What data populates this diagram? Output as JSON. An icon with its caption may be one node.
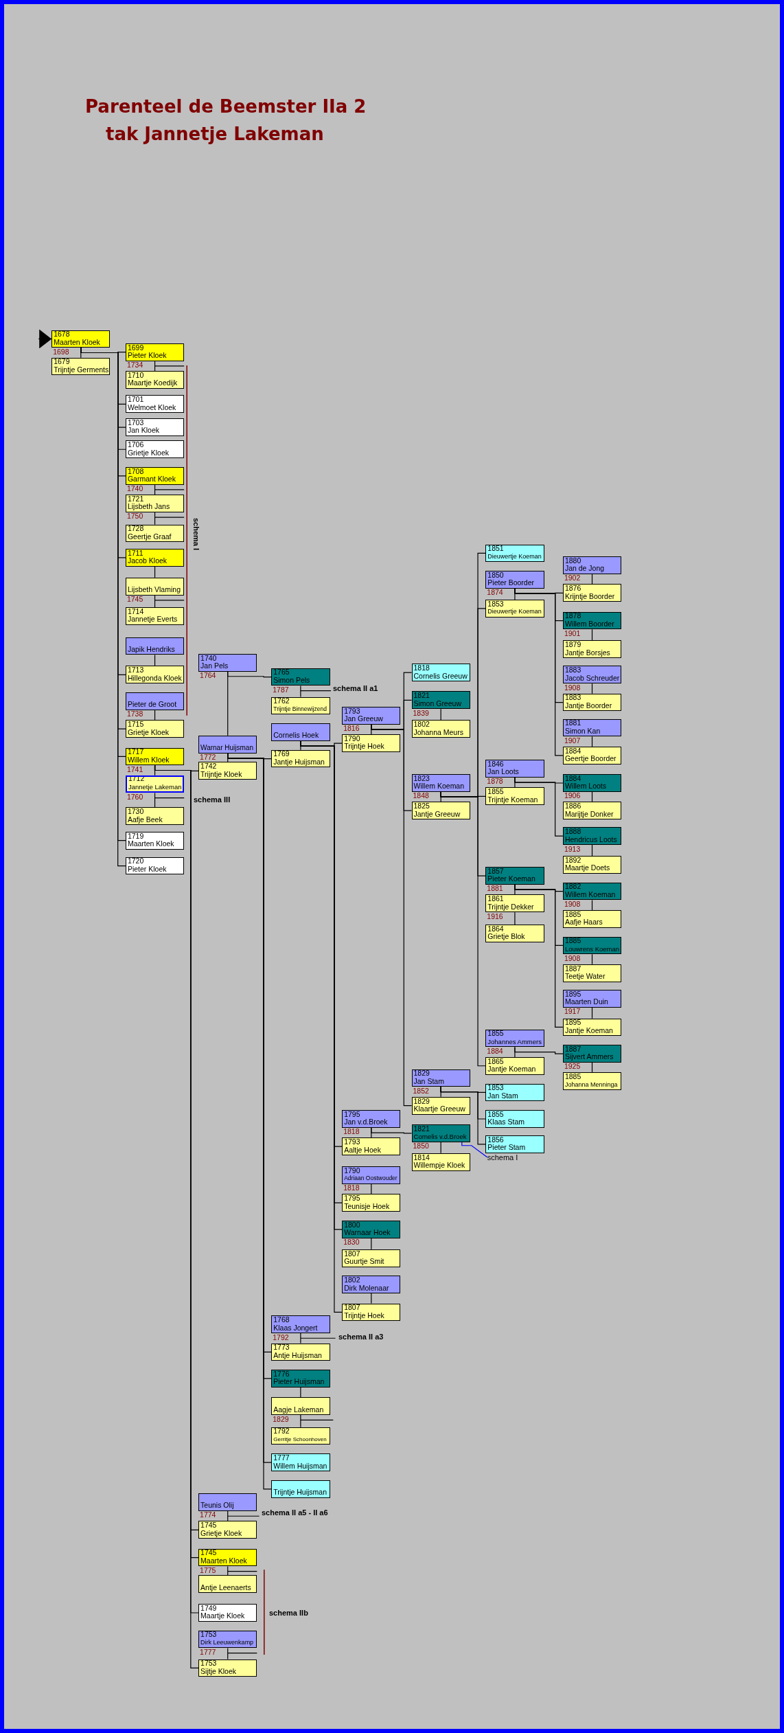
{
  "diagram": {
    "title": "Parenteel de Beemster IIa 2",
    "nodes": [
      {
        "text": [
          "1678",
          "Maarten Kloek"
        ]
      },
      {
        "text": [
          "1679",
          "Trijntje Germents"
        ]
      },
      {
        "text": [
          "1699",
          "Pieter Kloek"
        ]
      },
      {
        "text": [
          "1710",
          "Maartje Koedijk"
        ]
      },
      {
        "text": [
          "1701",
          "Welmoet Kloek"
        ]
      },
      {
        "text": [
          "1703",
          "Jan Kloek"
        ]
      },
      {
        "text": [
          "1706",
          "Grietje Kloek"
        ]
      },
      {
        "text": [
          "1708",
          "Garmant Kloek"
        ]
      },
      {
        "text": [
          "1721",
          "Lijsbeth Jans"
        ]
      },
      {
        "text": [
          "1728",
          "Geertje Graaf"
        ]
      },
      {
        "text": [
          "1711",
          "Jacob Kloek"
        ]
      },
      {
        "text": [
          "Lijsbeth Vlaming"
        ]
      },
      {
        "text": [
          "1714",
          "Jannetje Everts"
        ]
      },
      {
        "text": [
          "Japik Hendriks"
        ]
      },
      {
        "text": [
          "1713",
          "Hillegonda Kloek"
        ]
      },
      {
        "text": [
          "Pieter de Groot"
        ]
      },
      {
        "text": [
          "1715",
          "Grietje Kloek"
        ]
      },
      {
        "text": [
          "1717",
          "Willem Kloek"
        ]
      },
      {
        "text": [
          "1712",
          "Jannetje Lakeman"
        ]
      },
      {
        "text": [
          "1730",
          "Aafje Beek"
        ]
      },
      {
        "text": [
          "1719",
          "Maarten Kloek"
        ]
      },
      {
        "text": [
          "1720",
          "Pieter Kloek"
        ]
      },
      {
        "text": [
          "1740",
          "Jan Pels"
        ]
      },
      {
        "text": [
          "Warnar Huijsman"
        ]
      },
      {
        "text": [
          "1742",
          "Trijntje Kloek"
        ]
      },
      {
        "text": [
          "1765",
          "Simon Pels"
        ]
      },
      {
        "text": [
          "1762",
          "Trijntje Binnewijzend"
        ]
      },
      {
        "text": [
          "Cornelis Hoek"
        ]
      },
      {
        "text": [
          "1769",
          "Jantje Huijsman"
        ]
      },
      {
        "text": [
          "1793",
          "Jan Greeuw"
        ]
      },
      {
        "text": [
          "1790",
          "Trijntje Hoek"
        ]
      },
      {
        "text": [
          "1818",
          "Cornelis Greeuw"
        ]
      },
      {
        "text": [
          "1821",
          "Simon Greeuw"
        ]
      },
      {
        "text": [
          "1802",
          "Johanna Meurs"
        ]
      },
      {
        "text": [
          "1823",
          "Willem Koeman"
        ]
      },
      {
        "text": [
          "1825",
          "Jantje Greeuw"
        ]
      },
      {
        "text": [
          "1851",
          "Dieuwertje Koeman"
        ]
      },
      {
        "text": [
          "1850",
          "Pieter Boorder"
        ]
      },
      {
        "text": [
          "1853",
          "Dieuwertje Koeman"
        ]
      },
      {
        "text": [
          "1880",
          "Jan de Jong"
        ]
      },
      {
        "text": [
          "1876",
          "Krijntje Boorder"
        ]
      },
      {
        "text": [
          "1878",
          "Willem Boorder"
        ]
      },
      {
        "text": [
          "1879",
          "Jantje Borsjes"
        ]
      },
      {
        "text": [
          "1883",
          "Jacob Schreuder"
        ]
      },
      {
        "text": [
          "1883",
          "Jantje Boorder"
        ]
      },
      {
        "text": [
          "1881",
          "Simon Kan"
        ]
      },
      {
        "text": [
          "1884",
          "Geertje Boorder"
        ]
      },
      {
        "text": [
          "1846",
          "Jan Loots"
        ]
      },
      {
        "text": [
          "1855",
          "Trijntje Koeman"
        ]
      },
      {
        "text": [
          "1884",
          "Willem Loots"
        ]
      },
      {
        "text": [
          "1886",
          "Marijtje Donker"
        ]
      },
      {
        "text": [
          "1888",
          "Hendricus Loots"
        ]
      },
      {
        "text": [
          "1892",
          "Maartje Doets"
        ]
      },
      {
        "text": [
          "1857",
          "Pieter Koeman"
        ]
      },
      {
        "text": [
          "1861",
          "Trijntje Dekker"
        ]
      },
      {
        "text": [
          "1864",
          "Grietje Blok"
        ]
      },
      {
        "text": [
          "1882",
          "Willem Koeman"
        ]
      },
      {
        "text": [
          "1885",
          "Aafje Haars"
        ]
      },
      {
        "text": [
          "1885",
          "Louwrens Koeman"
        ]
      },
      {
        "text": [
          "1887",
          "Teetje Water"
        ]
      },
      {
        "text": [
          "1895",
          "Maarten Duin"
        ]
      },
      {
        "text": [
          "1895",
          "Jantje Koeman"
        ]
      },
      {
        "text": [
          "1855",
          "Johannes Ammers"
        ]
      },
      {
        "text": [
          "1865",
          "Jantje Koeman"
        ]
      },
      {
        "text": [
          "1887",
          "Sijvert Ammers"
        ]
      },
      {
        "text": [
          "1885",
          "Johanna Menninga"
        ]
      },
      {
        "text": [
          "1829",
          "Jan Stam"
        ]
      },
      {
        "text": [
          "1829",
          "Klaartje Greeuw"
        ]
      },
      {
        "text": [
          "1853",
          "Jan Stam"
        ]
      },
      {
        "text": [
          "1855",
          "Klaas Stam"
        ]
      },
      {
        "text": [
          "1856",
          "Pieter Stam"
        ]
      },
      {
        "text": [
          "1795",
          "Jan v.d.Broek"
        ]
      },
      {
        "text": [
          "1793",
          "Aaltje Hoek"
        ]
      },
      {
        "text": [
          "1821",
          "Cornelis v.d.Broek"
        ]
      },
      {
        "text": [
          "1814",
          "Willempje Kloek"
        ]
      },
      {
        "text": [
          "1790",
          "Adriaan Oostwouder"
        ]
      },
      {
        "text": [
          "1795",
          "Teunisje Hoek"
        ]
      },
      {
        "text": [
          "1800",
          "Warnaar Hoek"
        ]
      },
      {
        "text": [
          "1807",
          "Guurtje Smit"
        ]
      },
      {
        "text": [
          "1802",
          "Dirk Molenaar"
        ]
      },
      {
        "text": [
          "1807",
          "Trijntje Hoek"
        ]
      },
      {
        "text": [
          "1768",
          "Klaas Jongert"
        ]
      },
      {
        "text": [
          "1773",
          "Antje Huijsman"
        ]
      },
      {
        "text": [
          "1776",
          "Pieter Huijsman"
        ]
      },
      {
        "text": [
          "Aagje Lakeman"
        ]
      },
      {
        "text": [
          "1792",
          "Gerritje Schoonhoven"
        ]
      },
      {
        "text": [
          "1777",
          "Willem Huijsman"
        ]
      },
      {
        "text": [
          "Trijntje Huijsman"
        ]
      },
      {
        "text": [
          "Teunis Olij"
        ]
      },
      {
        "text": [
          "1745",
          "Grietje Kloek"
        ]
      },
      {
        "text": [
          "1745",
          "Maarten Kloek"
        ]
      },
      {
        "text": [
          "Antje Leenaerts"
        ]
      },
      {
        "text": [
          "1749",
          "Maartje Kloek"
        ]
      },
      {
        "text": [
          "1753",
          "Dirk Leeuwenkamp"
        ]
      },
      {
        "text": [
          "1753",
          "Sijtje Kloek"
        ]
      },
      {
        "text": [
          "schema I"
        ]
      }
    ],
    "edges": [
      {
        "from": 0,
        "to": 1,
        "arrow": "none",
        "label": "1698"
      },
      {
        "from": 2,
        "to": 3,
        "arrow": "none",
        "label": "1734"
      },
      {
        "from": 7,
        "to": 8,
        "arrow": "none",
        "label": "1740"
      },
      {
        "from": 8,
        "to": 9,
        "arrow": "none",
        "label": "1750"
      },
      {
        "from": 10,
        "to": 11,
        "arrow": "none"
      },
      {
        "from": 11,
        "to": 12,
        "arrow": "none",
        "label": "1745"
      },
      {
        "from": 13,
        "to": 14,
        "arrow": "none"
      },
      {
        "from": 15,
        "to": 16,
        "arrow": "none",
        "label": "1738"
      },
      {
        "from": 17,
        "to": 18,
        "arrow": "none",
        "label": "1741"
      },
      {
        "from": 18,
        "to": 19,
        "arrow": "none",
        "label": "1760"
      },
      {
        "from": 22,
        "to": 23,
        "arrow": "none",
        "label": "1764"
      },
      {
        "from": 23,
        "to": 24,
        "arrow": "none",
        "label": "1772"
      },
      {
        "from": 25,
        "to": 26,
        "arrow": "none",
        "label": "1787"
      },
      {
        "from": 27,
        "to": 28,
        "arrow": "none"
      },
      {
        "from": 29,
        "to": 30,
        "arrow": "none",
        "label": "1816"
      },
      {
        "from": 32,
        "to": 33,
        "arrow": "none",
        "label": "1839"
      },
      {
        "from": 34,
        "to": 35,
        "arrow": "none",
        "label": "1848"
      },
      {
        "from": 37,
        "to": 38,
        "arrow": "none",
        "label": "1874"
      },
      {
        "from": 39,
        "to": 40,
        "arrow": "none",
        "label": "1902"
      },
      {
        "from": 41,
        "to": 42,
        "arrow": "none",
        "label": "1901"
      },
      {
        "from": 43,
        "to": 44,
        "arrow": "none",
        "label": "1908"
      },
      {
        "from": 45,
        "to": 46,
        "arrow": "none",
        "label": "1907"
      },
      {
        "from": 47,
        "to": 48,
        "arrow": "none",
        "label": "1878"
      },
      {
        "from": 49,
        "to": 50,
        "arrow": "none",
        "label": "1906"
      },
      {
        "from": 51,
        "to": 52,
        "arrow": "none",
        "label": "1913"
      },
      {
        "from": 53,
        "to": 54,
        "arrow": "none",
        "label": "1881"
      },
      {
        "from": 54,
        "to": 55,
        "arrow": "none",
        "label": "1916"
      },
      {
        "from": 56,
        "to": 57,
        "arrow": "none",
        "label": "1908"
      },
      {
        "from": 58,
        "to": 59,
        "arrow": "none",
        "label": "1908"
      },
      {
        "from": 60,
        "to": 61,
        "arrow": "none",
        "label": "1917"
      },
      {
        "from": 62,
        "to": 63,
        "arrow": "none",
        "label": "1884"
      },
      {
        "from": 64,
        "to": 65,
        "arrow": "none",
        "label": "1925"
      },
      {
        "from": 66,
        "to": 67,
        "arrow": "none",
        "label": "1852"
      },
      {
        "from": 71,
        "to": 72,
        "arrow": "none",
        "label": "1818"
      },
      {
        "from": 73,
        "to": 74,
        "arrow": "none",
        "label": "1850"
      },
      {
        "from": 75,
        "to": 76,
        "arrow": "none",
        "label": "1818"
      },
      {
        "from": 77,
        "to": 78,
        "arrow": "none",
        "label": "1830"
      },
      {
        "from": 79,
        "to": 80,
        "arrow": "none"
      },
      {
        "from": 81,
        "to": 82,
        "arrow": "none",
        "label": "1792"
      },
      {
        "from": 83,
        "to": 84,
        "arrow": "none"
      },
      {
        "from": 84,
        "to": 85,
        "arrow": "none",
        "label": "1829"
      },
      {
        "from": 88,
        "to": 89,
        "arrow": "none",
        "label": "1774"
      },
      {
        "from": 90,
        "to": 91,
        "arrow": "none",
        "label": "1775"
      },
      {
        "from": 93,
        "to": 94,
        "arrow": "none",
        "label": "1777"
      },
      {
        "from": 0,
        "to": 2,
        "arrow": "none"
      },
      {
        "from": 0,
        "to": 4,
        "arrow": "none"
      },
      {
        "from": 0,
        "to": 5,
        "arrow": "none"
      },
      {
        "from": 0,
        "to": 6,
        "arrow": "none"
      },
      {
        "from": 0,
        "to": 7,
        "arrow": "none"
      },
      {
        "from": 0,
        "to": 10,
        "arrow": "none"
      },
      {
        "from": 0,
        "to": 14,
        "arrow": "none"
      },
      {
        "from": 0,
        "to": 16,
        "arrow": "none"
      },
      {
        "from": 0,
        "to": 17,
        "arrow": "none"
      },
      {
        "from": 0,
        "to": 20,
        "arrow": "none"
      },
      {
        "from": 0,
        "to": 21,
        "arrow": "none"
      },
      {
        "from": 17,
        "to": 24,
        "arrow": "none"
      },
      {
        "from": 17,
        "to": 89,
        "arrow": "none"
      },
      {
        "from": 17,
        "to": 90,
        "arrow": "none"
      },
      {
        "from": 17,
        "to": 92,
        "arrow": "none"
      },
      {
        "from": 17,
        "to": 94,
        "arrow": "none"
      },
      {
        "from": 22,
        "to": 25,
        "arrow": "none"
      },
      {
        "from": 23,
        "to": 28,
        "arrow": "none"
      },
      {
        "from": 23,
        "to": 82,
        "arrow": "none"
      },
      {
        "from": 23,
        "to": 83,
        "arrow": "none"
      },
      {
        "from": 23,
        "to": 86,
        "arrow": "none"
      },
      {
        "from": 23,
        "to": 87,
        "arrow": "none"
      },
      {
        "from": 27,
        "to": 30,
        "arrow": "none"
      },
      {
        "from": 27,
        "to": 72,
        "arrow": "none"
      },
      {
        "from": 27,
        "to": 76,
        "arrow": "none"
      },
      {
        "from": 27,
        "to": 77,
        "arrow": "none"
      },
      {
        "from": 27,
        "to": 80,
        "arrow": "none"
      },
      {
        "from": 29,
        "to": 31,
        "arrow": "none"
      },
      {
        "from": 29,
        "to": 32,
        "arrow": "none"
      },
      {
        "from": 29,
        "to": 35,
        "arrow": "none"
      },
      {
        "from": 29,
        "to": 67,
        "arrow": "none"
      },
      {
        "from": 34,
        "to": 36,
        "arrow": "none"
      },
      {
        "from": 34,
        "to": 38,
        "arrow": "none"
      },
      {
        "from": 34,
        "to": 48,
        "arrow": "none"
      },
      {
        "from": 34,
        "to": 53,
        "arrow": "none"
      },
      {
        "from": 34,
        "to": 63,
        "arrow": "none"
      },
      {
        "from": 37,
        "to": 40,
        "arrow": "none"
      },
      {
        "from": 37,
        "to": 41,
        "arrow": "none"
      },
      {
        "from": 37,
        "to": 44,
        "arrow": "none"
      },
      {
        "from": 37,
        "to": 46,
        "arrow": "none"
      },
      {
        "from": 47,
        "to": 49,
        "arrow": "none"
      },
      {
        "from": 47,
        "to": 51,
        "arrow": "none"
      },
      {
        "from": 53,
        "to": 56,
        "arrow": "none"
      },
      {
        "from": 53,
        "to": 58,
        "arrow": "none"
      },
      {
        "from": 53,
        "to": 61,
        "arrow": "none"
      },
      {
        "from": 62,
        "to": 64,
        "arrow": "none"
      },
      {
        "from": 66,
        "to": 68,
        "arrow": "none"
      },
      {
        "from": 66,
        "to": 69,
        "arrow": "none"
      },
      {
        "from": 66,
        "to": 70,
        "arrow": "none"
      },
      {
        "from": 71,
        "to": 73,
        "arrow": "none"
      },
      {
        "from": 95,
        "to": 73,
        "arrow": "none",
        "color": "#0000ff"
      },
      {
        "from": null,
        "to": 0,
        "arrow": "to"
      }
    ],
    "labels": [
      "tak Jannetje Lakeman",
      "schema I",
      "schema II a1",
      "schema III",
      "schema II a3",
      "schema II a5 - II a6",
      "schema IIb"
    ]
  }
}
